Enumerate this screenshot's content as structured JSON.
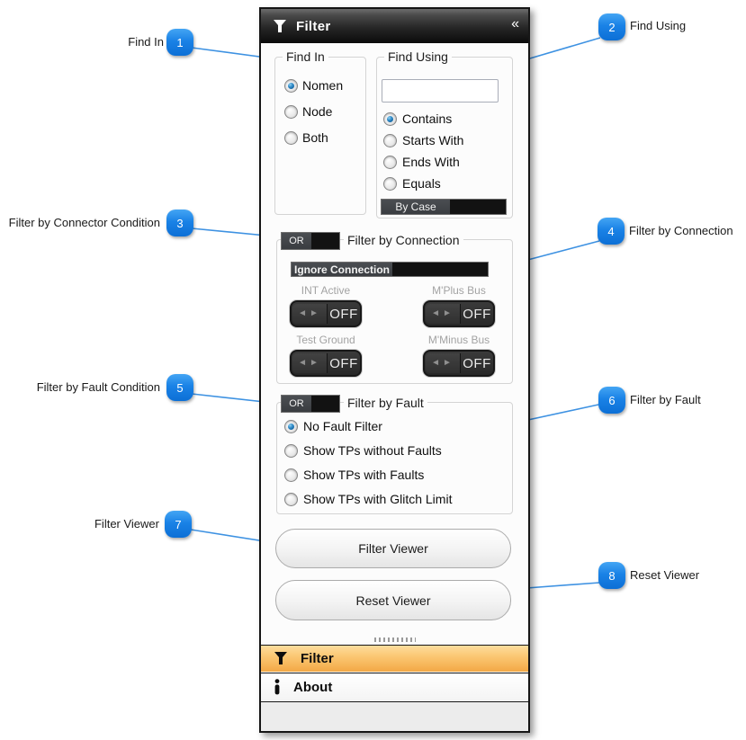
{
  "header": {
    "title": "Filter",
    "collapse_glyph": "«"
  },
  "find_in": {
    "legend": "Find In",
    "options": [
      {
        "label": "Nomen",
        "selected": true
      },
      {
        "label": "Node",
        "selected": false
      },
      {
        "label": "Both",
        "selected": false
      }
    ]
  },
  "find_using": {
    "legend": "Find Using",
    "input_value": "",
    "options": [
      {
        "label": "Contains",
        "selected": true
      },
      {
        "label": "Starts With",
        "selected": false
      },
      {
        "label": "Ends With",
        "selected": false
      },
      {
        "label": "Equals",
        "selected": false
      }
    ],
    "by_case_label": "By Case"
  },
  "filter_by_connection": {
    "or_label": "OR",
    "legend": "Filter by Connection",
    "ignore_label": "Ignore Connection",
    "toggles": [
      {
        "label": "INT Active",
        "state": "OFF"
      },
      {
        "label": "M'Plus Bus",
        "state": "OFF"
      },
      {
        "label": "Test Ground",
        "state": "OFF"
      },
      {
        "label": "M'Minus Bus",
        "state": "OFF"
      }
    ]
  },
  "filter_by_fault": {
    "or_label": "OR",
    "legend": "Filter by Fault",
    "options": [
      {
        "label": "No Fault Filter",
        "selected": true
      },
      {
        "label": "Show TPs without Faults",
        "selected": false
      },
      {
        "label": "Show TPs with Faults",
        "selected": false
      },
      {
        "label": "Show TPs with Glitch Limit",
        "selected": false
      }
    ]
  },
  "buttons": {
    "filter_viewer": "Filter Viewer",
    "reset_viewer": "Reset Viewer"
  },
  "accordion": {
    "filter_label": "Filter",
    "about_label": "About"
  },
  "callouts": [
    {
      "num": "1",
      "label": "Find In"
    },
    {
      "num": "2",
      "label": "Find Using"
    },
    {
      "num": "3",
      "label": "Filter by Connector Condition"
    },
    {
      "num": "4",
      "label": "Filter by Connection"
    },
    {
      "num": "5",
      "label": "Filter by Fault Condition"
    },
    {
      "num": "6",
      "label": "Filter by Fault"
    },
    {
      "num": "7",
      "label": "Filter Viewer"
    },
    {
      "num": "8",
      "label": "Reset Viewer"
    }
  ],
  "colors": {
    "callout_blue": "#1a82e6",
    "callout_line": "#3e92e2",
    "accent_orange": "#f3a845",
    "header_dark": "#262626",
    "toggle_dark": "#2b2b2b"
  }
}
